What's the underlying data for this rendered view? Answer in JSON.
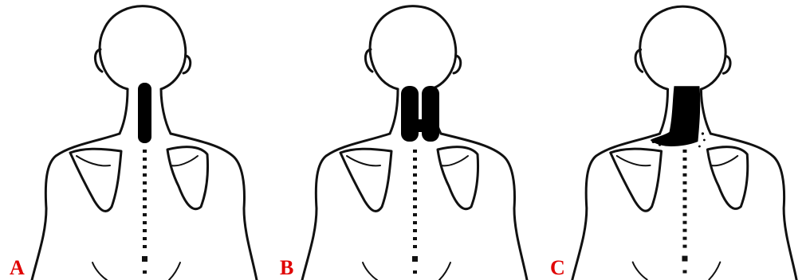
{
  "figure": {
    "panels": [
      {
        "label": "A",
        "pain_pattern": "central-line"
      },
      {
        "label": "B",
        "pain_pattern": "bilateral-bands"
      },
      {
        "label": "C",
        "pain_pattern": "unilateral-neck-shoulder"
      }
    ],
    "colors": {
      "label": "#e00000",
      "outline": "#111111",
      "pain_shading": "#000000"
    }
  }
}
